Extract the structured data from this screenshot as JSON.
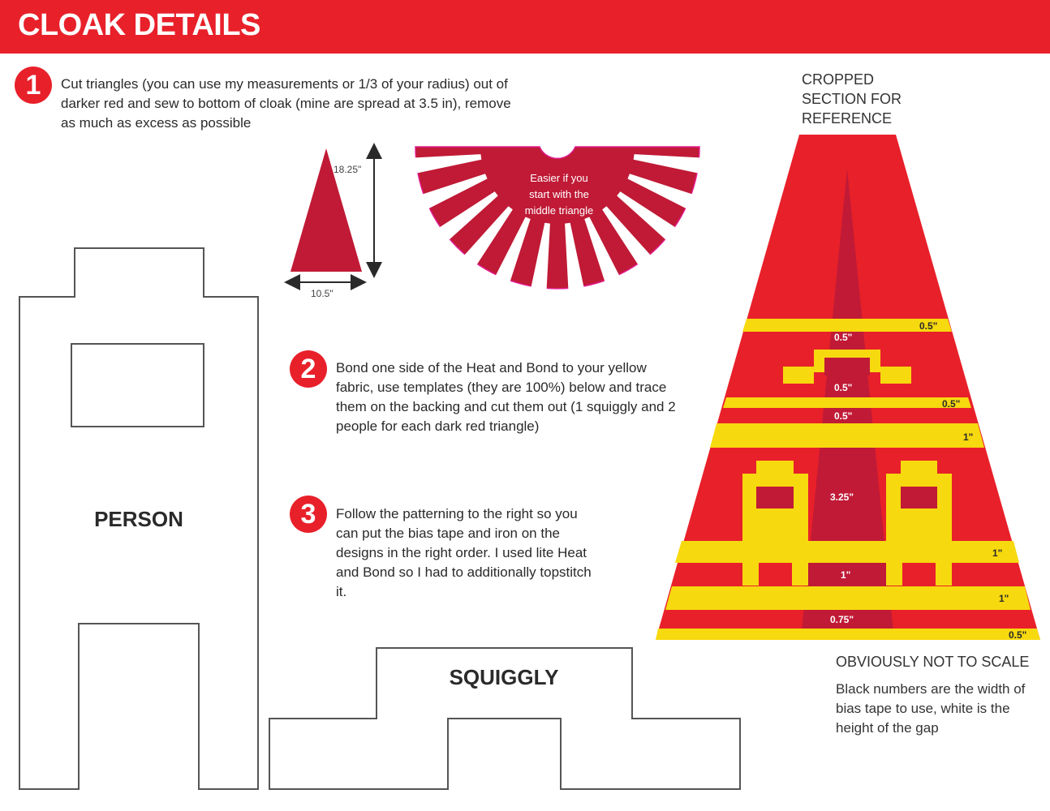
{
  "header": {
    "title": "CLOAK DETAILS"
  },
  "steps": [
    {
      "number": "1",
      "text": "Cut triangles (you can use my measurements or 1/3 of your radius) out of darker red and sew to bottom of cloak (mine are spread at 3.5 in), remove as much as excess as possible"
    },
    {
      "number": "2",
      "text": "Bond one side of the Heat and Bond to your yellow fabric, use templates (they are 100%) below and trace them on the backing and cut them out (1 squiggly and 2 people for each dark red triangle)"
    },
    {
      "number": "3",
      "text": "Follow the patterning to the right so you can put the bias tape and iron on the designs in the right order. I used lite Heat and Bond so I had to additionally topstitch it."
    }
  ],
  "triangle": {
    "height_label": "18.25\"",
    "width_label": "10.5\""
  },
  "cloak": {
    "note_line1": "Easier if you",
    "note_line2": "start with the",
    "note_line3": "middle triangle"
  },
  "templates": {
    "person_label": "PERSON",
    "squiggly_label": "SQUIGGLY"
  },
  "reference": {
    "title_line1": "CROPPED",
    "title_line2": "SECTION FOR",
    "title_line3": "REFERENCE",
    "labels": {
      "band1_width": "0.5\"",
      "gap1": "0.5\"",
      "gap2": "0.5\"",
      "band2_width": "0.5\"",
      "gap3": "0.5\"",
      "band3_width": "1\"",
      "gap4": "3.25\"",
      "band4_width": "1\"",
      "gap5": "1\"",
      "band5_width": "1\"",
      "gap6": "0.75\"",
      "band6_width": "0.5\""
    }
  },
  "notes": {
    "title": "OBVIOUSLY NOT TO SCALE",
    "text": "Black numbers are the width of bias tape to use, white is the height of the gap"
  },
  "colors": {
    "red": "#e8202a",
    "dark_red": "#c01a36",
    "yellow": "#f7d90f",
    "magenta_outline": "#e21a8c"
  }
}
